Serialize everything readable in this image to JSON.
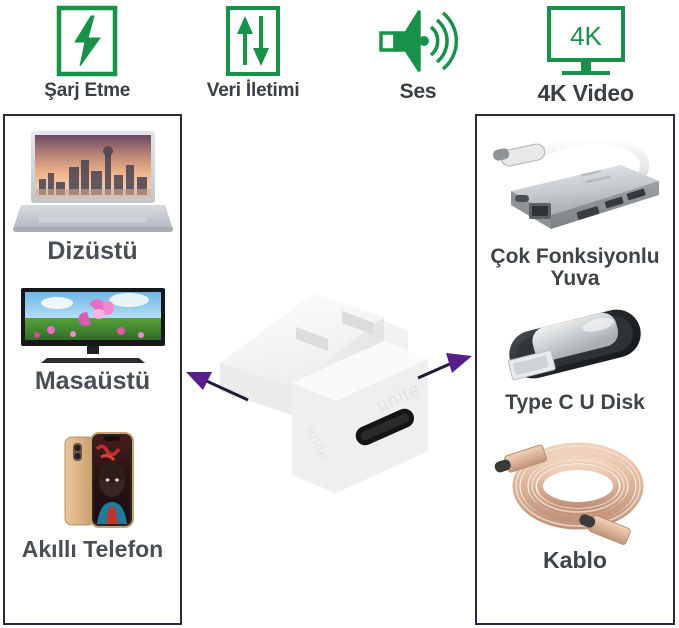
{
  "features": [
    {
      "id": "charging",
      "label": "Şarj Etme",
      "icon": "lightning-bolt-icon",
      "color": "#18924a"
    },
    {
      "id": "data",
      "label": "Veri İletimi",
      "icon": "data-transfer-arrows-icon",
      "color": "#18924a"
    },
    {
      "id": "audio",
      "label": "Ses",
      "icon": "speaker-sound-icon",
      "color": "#18924a"
    },
    {
      "id": "video",
      "label": "4K Video",
      "icon": "monitor-4k-icon",
      "badge": "4K",
      "color": "#18924a"
    }
  ],
  "left_panel": {
    "name": "source-devices-panel",
    "border_color": "#2e2740",
    "items": [
      {
        "id": "laptop",
        "label": "Dizüstü",
        "icon": "laptop-icon"
      },
      {
        "id": "desktop",
        "label": "Masaüstü",
        "icon": "television-icon"
      },
      {
        "id": "smartphone",
        "label": "Akıllı Telefon",
        "icon": "smartphone-icon"
      }
    ]
  },
  "right_panel": {
    "name": "peripheral-devices-panel",
    "border_color": "#2e2740",
    "items": [
      {
        "id": "dock",
        "label": "Çok Fonksiyonlu\nYuva",
        "icon": "usb-hub-dock-icon"
      },
      {
        "id": "udisk",
        "label": "Type C U Disk",
        "icon": "usb-flash-drive-icon"
      },
      {
        "id": "cable",
        "label": "Kablo",
        "icon": "usb-c-cable-icon"
      }
    ]
  },
  "center_product": {
    "name": "usb-c-keystone-coupler",
    "body_color": "#f4f4f4",
    "port_color": "#1b1b1b",
    "embossed_text": "unite"
  },
  "arrows": [
    {
      "id": "arrow-to-left-panel",
      "direction": "left",
      "color": "#5a1e8c"
    },
    {
      "id": "arrow-to-right-panel",
      "direction": "right",
      "color": "#5a1e8c"
    }
  ],
  "colors": {
    "accent_green": "#18924a",
    "label_gray": "#4a4f56",
    "panel_border": "#2e2740",
    "arrow_purple": "#5a1e8c",
    "background": "#ffffff"
  }
}
